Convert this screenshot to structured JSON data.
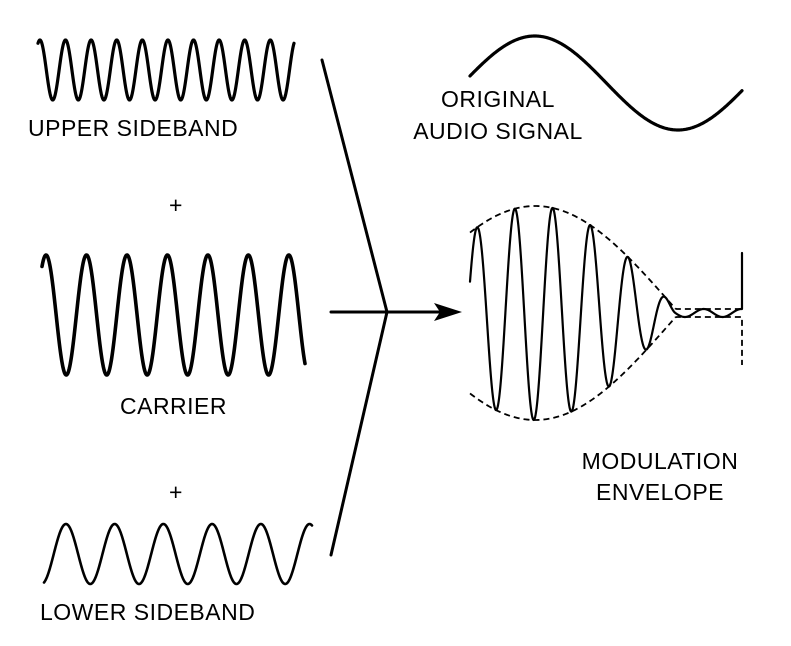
{
  "labels": {
    "upper_sideband": "UPPER SIDEBAND",
    "carrier": "CARRIER",
    "lower_sideband": "LOWER SIDEBAND",
    "original_audio_line1": "ORIGINAL",
    "original_audio_line2": "AUDIO SIGNAL",
    "modulation_line1": "MODULATION",
    "modulation_line2": "ENVELOPE"
  },
  "symbols": {
    "plus": "+"
  },
  "colors": {
    "ink": "#000000",
    "background": "#ffffff"
  }
}
